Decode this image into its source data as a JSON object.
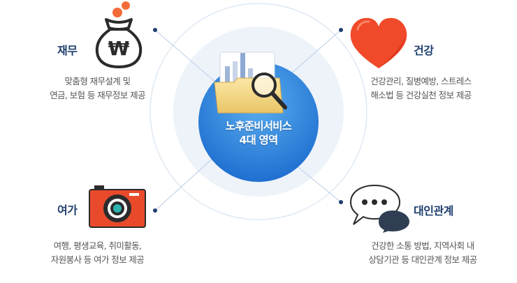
{
  "center": {
    "line1": "노후준비서비스",
    "line2": "4대 영역"
  },
  "areas": {
    "finance": {
      "title": "재무",
      "desc_line1": "맞춤형 재무설계 및",
      "desc_line2": "연금, 보험 등 재무정보 제공",
      "icon": "money-bag-icon",
      "icon_glyph": "₩"
    },
    "health": {
      "title": "건강",
      "desc_line1": "건강관리, 질병예방, 스트레스",
      "desc_line2": "해소법 등 건강실천 정보 제공",
      "icon": "heart-icon"
    },
    "leisure": {
      "title": "여가",
      "desc_line1": "여행, 평생교육, 취미활동,",
      "desc_line2": "자원봉사 등 여가 정보 제공",
      "icon": "camera-icon"
    },
    "relations": {
      "title": "대인관계",
      "desc_line1": "건강한 소통 방법, 지역사회 내",
      "desc_line2": "상담기관 등 대인관계 정보 제공",
      "icon": "speech-bubbles-icon"
    }
  },
  "colors": {
    "title_navy": "#1f3f6e",
    "heart_red": "#f04a2a",
    "camera_red": "#e94a2c",
    "center_blue": "#2f86d9",
    "ring_light": "#eef3fa"
  }
}
